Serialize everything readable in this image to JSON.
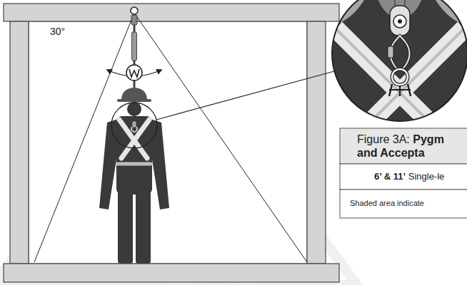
{
  "diagram": {
    "labels": [
      "30°",
      "Figure 3A:",
      "Pygm and Accepta",
      "6’ & 11’",
      "Single-le",
      "Shaded area indicate"
    ]
  }
}
